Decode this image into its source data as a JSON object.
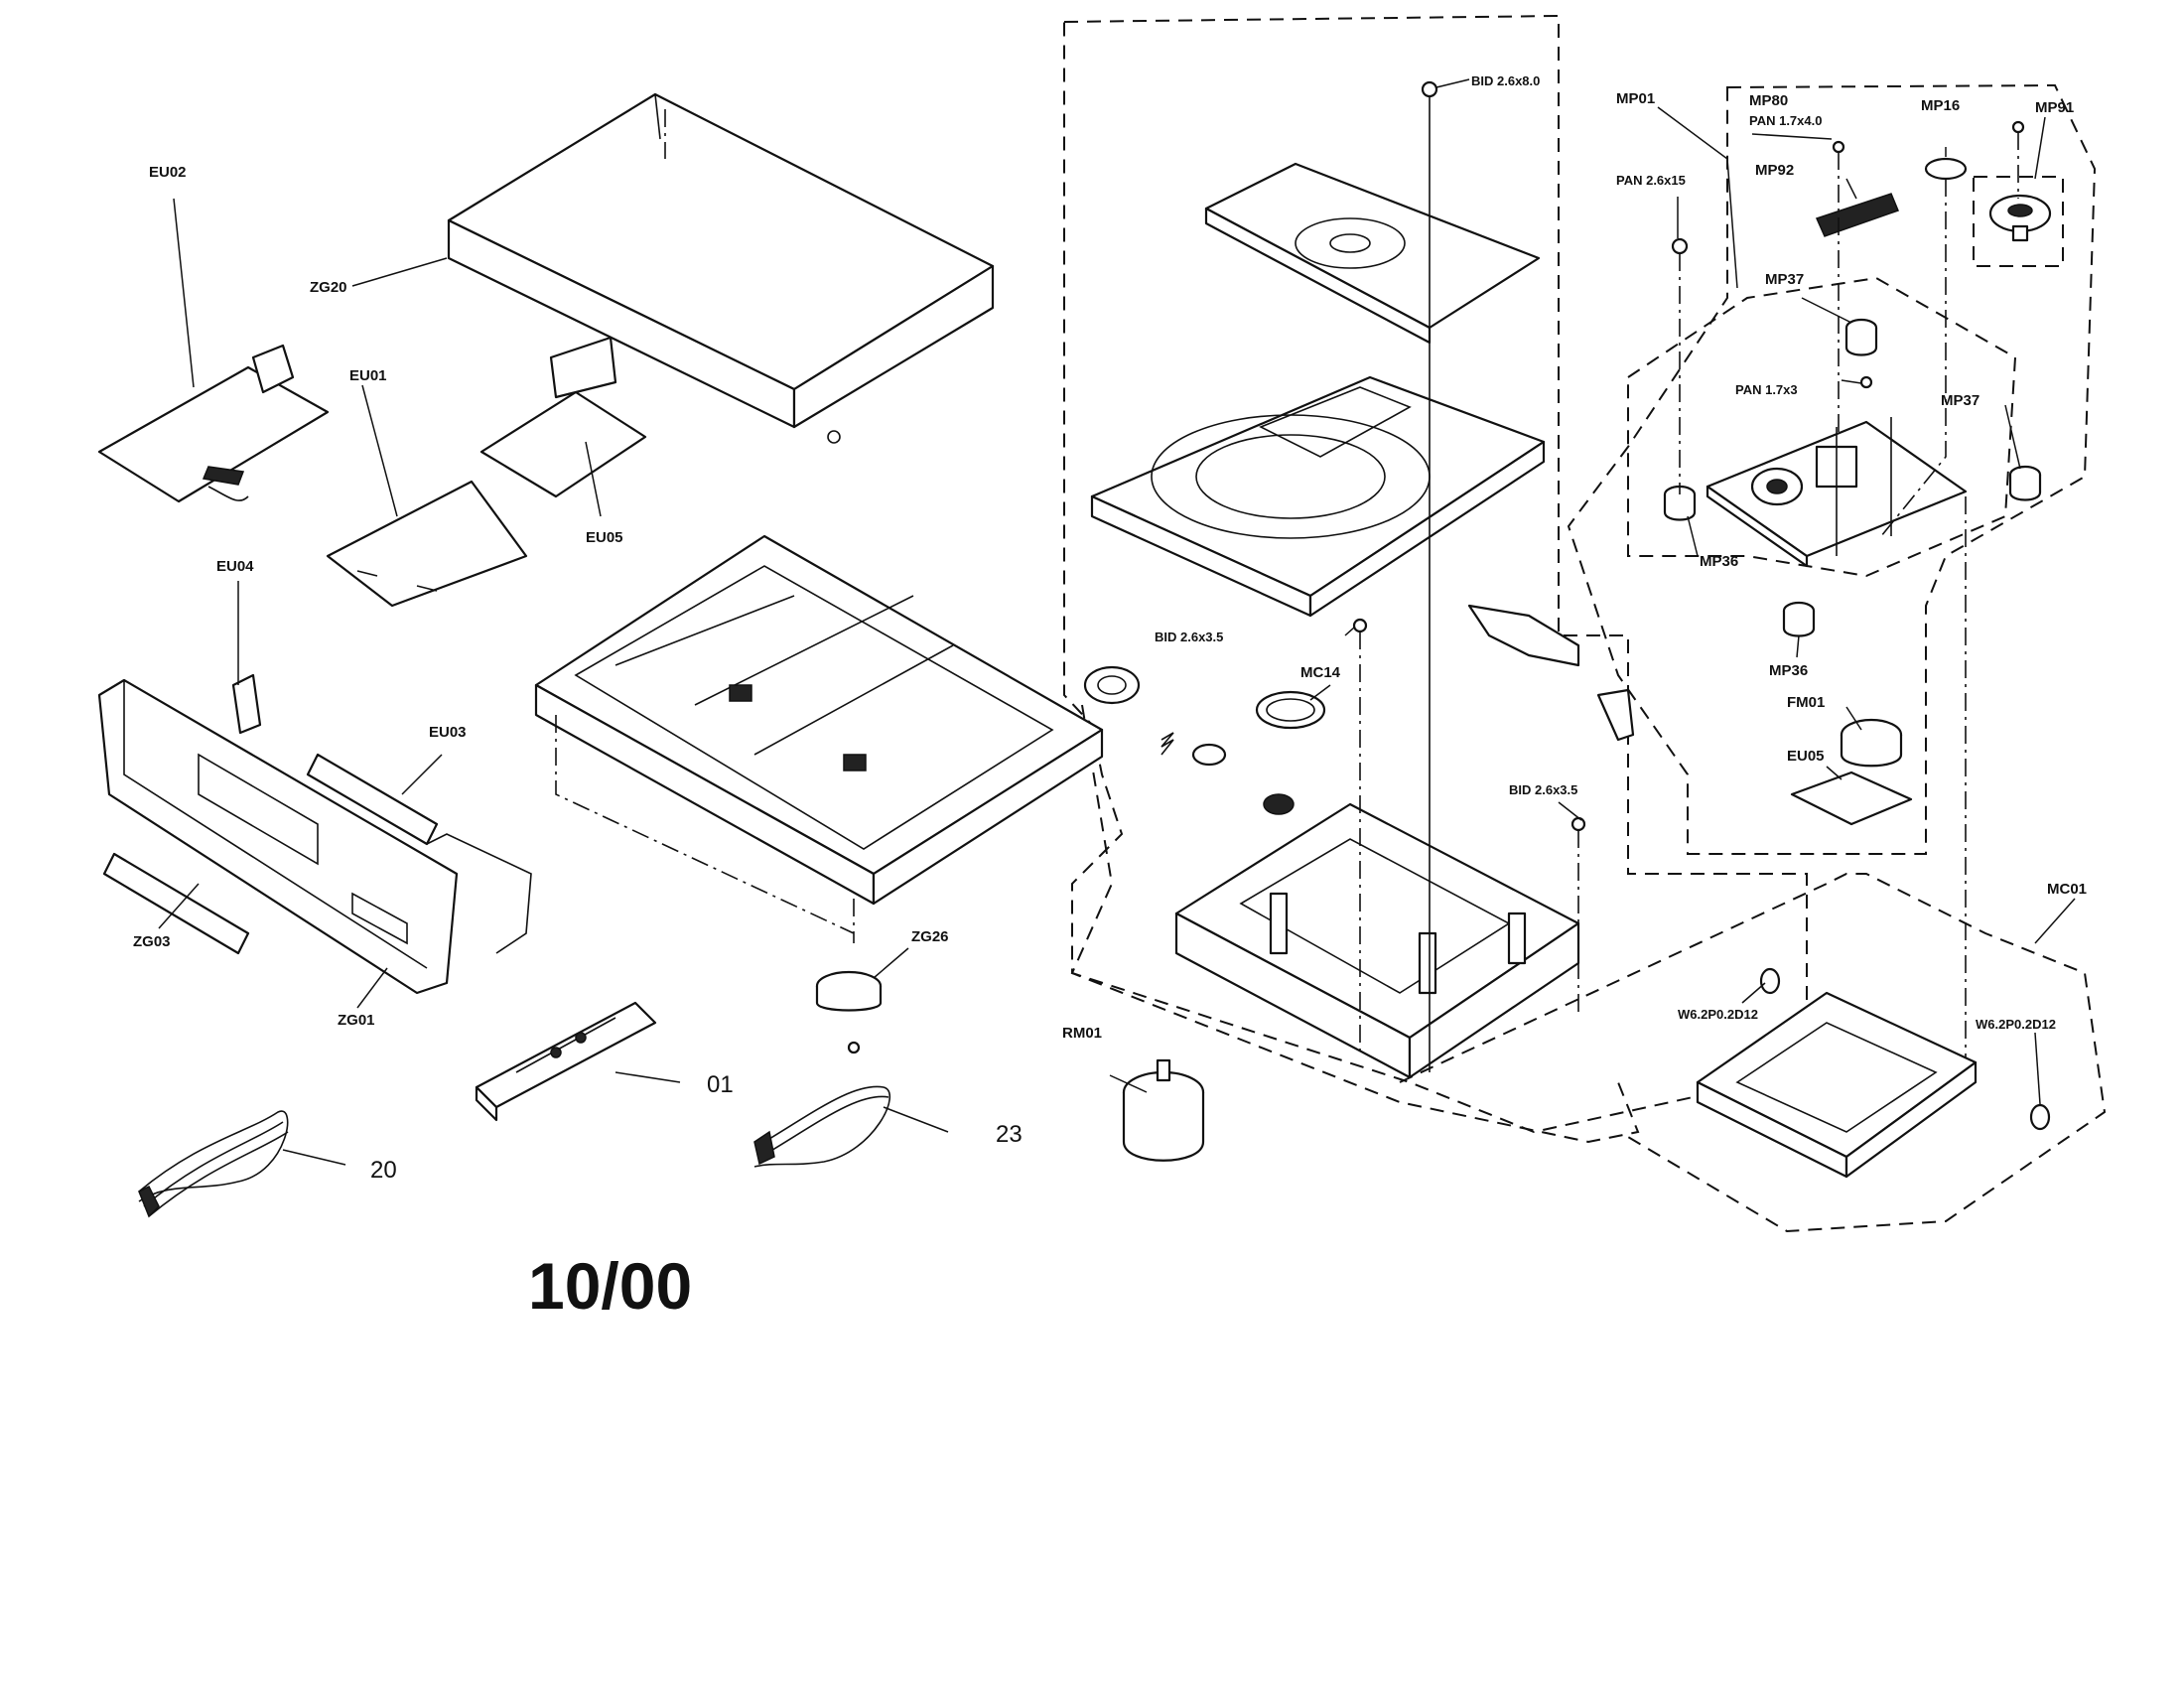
{
  "diagram": {
    "date_stamp": "10/00",
    "labels": {
      "EU02": "EU02",
      "ZG20": "ZG20",
      "EU01": "EU01",
      "EU05_top": "EU05",
      "EU04": "EU04",
      "EU03": "EU03",
      "ZG03": "ZG03",
      "ZG01": "ZG01",
      "ZG26": "ZG26",
      "remote": "01",
      "av_cable": "20",
      "power_cord": "23",
      "BID_26x80": "BID 2.6x8.0",
      "BID_26x35_a": "BID 2.6x3.5",
      "BID_26x35_b": "BID 2.6x3.5",
      "MC14": "MC14",
      "RM01": "RM01",
      "MP01": "MP01",
      "MP80": "MP80",
      "PAN_17x40": "PAN 1.7x4.0",
      "MP16": "MP16",
      "MP91": "MP91",
      "PAN_26x15": "PAN 2.6x15",
      "MP92": "MP92",
      "MP37_a": "MP37",
      "PAN_17x3": "PAN 1.7x3",
      "MP37_b": "MP37",
      "MP36_a": "MP36",
      "MP36_b": "MP36",
      "FM01": "FM01",
      "EU05_bottom": "EU05",
      "MC01": "MC01",
      "W62_a": "W6.2P0.2D12",
      "W62_b": "W6.2P0.2D12"
    }
  }
}
